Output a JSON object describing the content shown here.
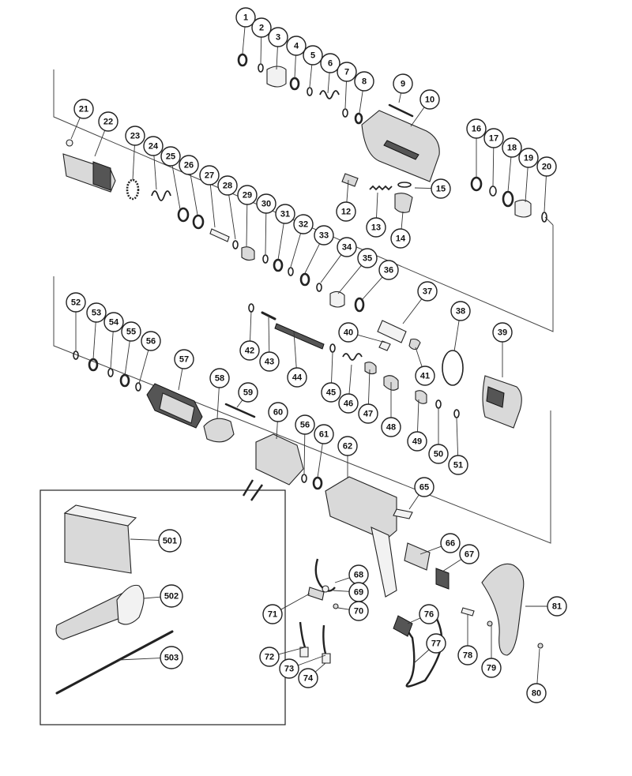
{
  "callouts": [
    {
      "label": "1"
    },
    {
      "label": "2"
    },
    {
      "label": "3"
    },
    {
      "label": "4"
    },
    {
      "label": "5"
    },
    {
      "label": "6"
    },
    {
      "label": "7"
    },
    {
      "label": "8"
    },
    {
      "label": "9"
    },
    {
      "label": "10"
    },
    {
      "label": "12"
    },
    {
      "label": "13"
    },
    {
      "label": "14"
    },
    {
      "label": "15"
    },
    {
      "label": "16"
    },
    {
      "label": "17"
    },
    {
      "label": "18"
    },
    {
      "label": "19"
    },
    {
      "label": "20"
    },
    {
      "label": "21"
    },
    {
      "label": "22"
    },
    {
      "label": "23"
    },
    {
      "label": "24"
    },
    {
      "label": "25"
    },
    {
      "label": "26"
    },
    {
      "label": "27"
    },
    {
      "label": "28"
    },
    {
      "label": "29"
    },
    {
      "label": "30"
    },
    {
      "label": "31"
    },
    {
      "label": "32"
    },
    {
      "label": "33"
    },
    {
      "label": "34"
    },
    {
      "label": "35"
    },
    {
      "label": "36"
    },
    {
      "label": "37"
    },
    {
      "label": "38"
    },
    {
      "label": "39"
    },
    {
      "label": "40"
    },
    {
      "label": "41"
    },
    {
      "label": "42"
    },
    {
      "label": "43"
    },
    {
      "label": "44"
    },
    {
      "label": "45"
    },
    {
      "label": "46"
    },
    {
      "label": "47"
    },
    {
      "label": "48"
    },
    {
      "label": "49"
    },
    {
      "label": "50"
    },
    {
      "label": "51"
    },
    {
      "label": "52"
    },
    {
      "label": "53"
    },
    {
      "label": "54"
    },
    {
      "label": "55"
    },
    {
      "label": "56"
    },
    {
      "label": "57"
    },
    {
      "label": "58"
    },
    {
      "label": "59"
    },
    {
      "label": "60"
    },
    {
      "label": "56"
    },
    {
      "label": "61"
    },
    {
      "label": "62"
    },
    {
      "label": "65"
    },
    {
      "label": "66"
    },
    {
      "label": "67"
    },
    {
      "label": "68"
    },
    {
      "label": "69"
    },
    {
      "label": "70"
    },
    {
      "label": "71"
    },
    {
      "label": "72"
    },
    {
      "label": "73"
    },
    {
      "label": "74"
    },
    {
      "label": "76"
    },
    {
      "label": "77"
    },
    {
      "label": "78"
    },
    {
      "label": "79"
    },
    {
      "label": "80"
    },
    {
      "label": "81"
    },
    {
      "label": "501"
    },
    {
      "label": "502"
    },
    {
      "label": "503"
    }
  ]
}
